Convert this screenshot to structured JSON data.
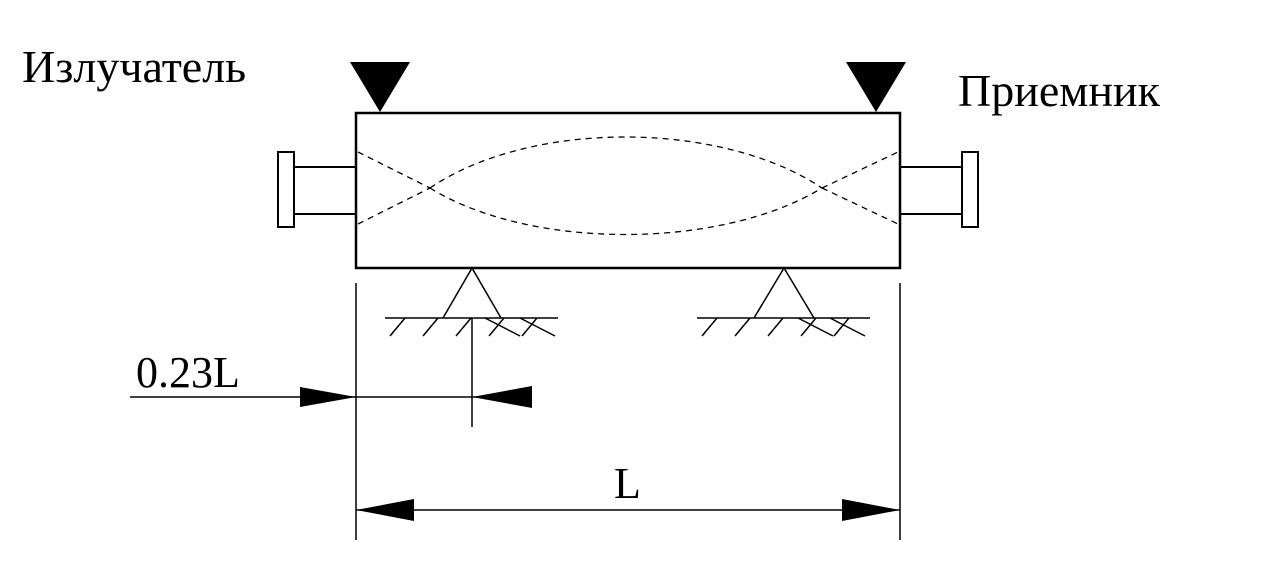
{
  "labels": {
    "emitter": "Излучатель",
    "receiver": "Приемник",
    "offset_dimension": "0.23L",
    "length_dimension": "L"
  }
}
